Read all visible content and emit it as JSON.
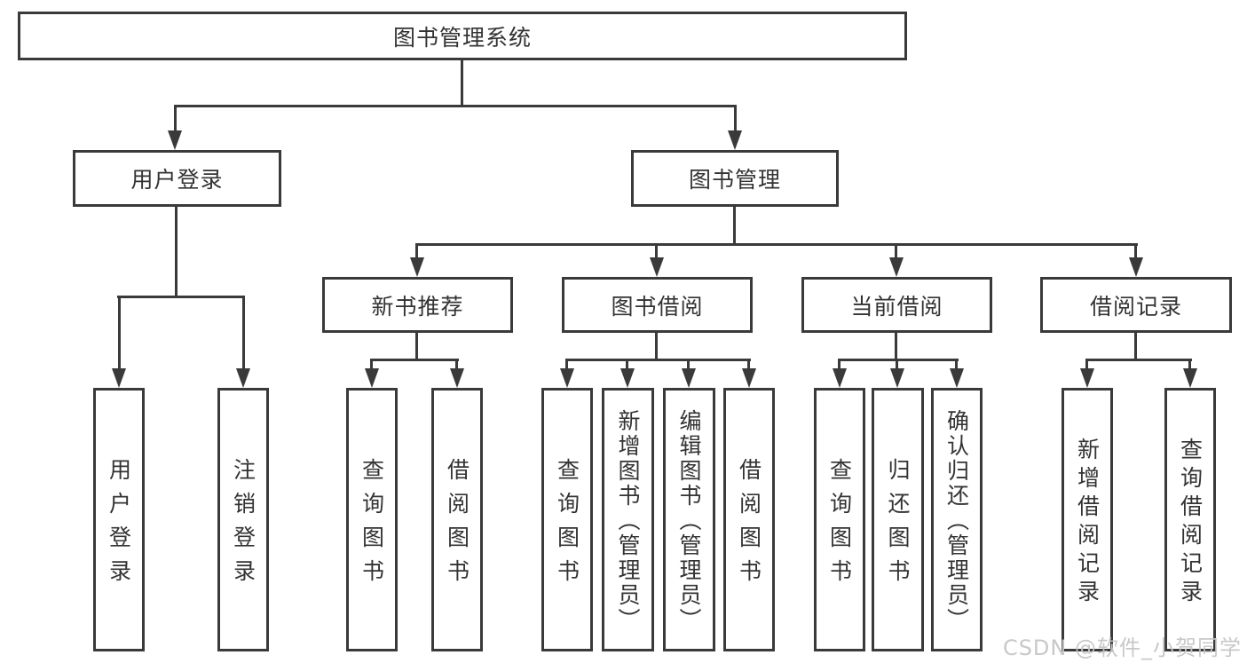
{
  "colors": {
    "line": "#3a3a3a",
    "text": "#333333",
    "watermark": "#c6c6c6"
  },
  "diagram": {
    "root": {
      "label": "图书管理系统"
    },
    "level2": [
      {
        "id": "user-login",
        "label": "用户登录"
      },
      {
        "id": "book-management",
        "label": "图书管理"
      }
    ],
    "level3": [
      {
        "id": "new-book-recommend",
        "label": "新书推荐",
        "parent": "book-management"
      },
      {
        "id": "book-borrowing",
        "label": "图书借阅",
        "parent": "book-management"
      },
      {
        "id": "current-borrowing",
        "label": "当前借阅",
        "parent": "book-management"
      },
      {
        "id": "borrowing-records",
        "label": "借阅记录",
        "parent": "book-management"
      }
    ],
    "leaves": [
      {
        "group": "user-login",
        "label": "用户登录"
      },
      {
        "group": "user-login",
        "label": "注销登录"
      },
      {
        "group": "new-book-recommend",
        "label": "查询图书"
      },
      {
        "group": "new-book-recommend",
        "label": "借阅图书"
      },
      {
        "group": "book-borrowing",
        "label": "查询图书"
      },
      {
        "group": "book-borrowing",
        "label": "新增图书（管理员）"
      },
      {
        "group": "book-borrowing",
        "label": "编辑图书（管理员）"
      },
      {
        "group": "book-borrowing",
        "label": "借阅图书"
      },
      {
        "group": "current-borrowing",
        "label": "查询图书"
      },
      {
        "group": "current-borrowing",
        "label": "归还图书"
      },
      {
        "group": "current-borrowing",
        "label": "确认归还（管理员）"
      },
      {
        "group": "borrowing-records",
        "label": "新增借阅记录"
      },
      {
        "group": "borrowing-records",
        "label": "查询借阅记录"
      }
    ]
  },
  "watermark": {
    "text": "CSDN @软件_小贺同学"
  }
}
